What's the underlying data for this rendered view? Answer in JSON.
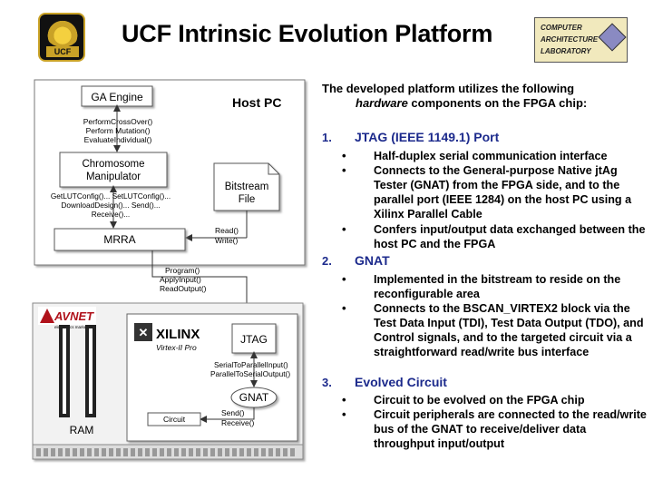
{
  "header": {
    "title": "UCF Intrinsic Evolution Platform",
    "logo_left_text": "UCF",
    "logo_right_lines": [
      "COMPUTER",
      "ARCHITECTURE",
      "LABORATORY"
    ]
  },
  "diagram": {
    "host_pc_label": "Host PC",
    "ga_engine": "GA Engine",
    "ga_calls": [
      "PerformCrossOver()",
      "Perform Mutation()",
      "EvaluateIndividual()"
    ],
    "chromosome_manipulator": [
      "Chromosome",
      "Manipulator"
    ],
    "bitstream_file": [
      "Bitstream",
      "File"
    ],
    "lut_calls": [
      "GetLUTConfig()... SetLUTConfig()...",
      "DownloadDesign()... Send()...",
      "Receive()..."
    ],
    "read_write": [
      "Read()",
      "Write()"
    ],
    "mrra": "MRRA",
    "program_calls": [
      "Program()",
      "ApplyInput()",
      "ReadOutput()"
    ],
    "avnet_logo": "AVNET",
    "avnet_sub": "electronics marketing",
    "xilinx_logo": "XILINX",
    "virtex": "Virtex-II Pro",
    "jtag": "JTAG",
    "serial_calls": [
      "SerialToParallelInput()",
      "ParallelToSerialOutput()"
    ],
    "gnat": "GNAT",
    "circuit": "Circuit",
    "send_receive": [
      "Send()",
      "Receive()"
    ],
    "ram": "RAM"
  },
  "content": {
    "intro_line1": "The developed platform utilizes the following",
    "intro_word_hardware": "hardware",
    "intro_line2_rest": " components on the FPGA chip:",
    "sections": [
      {
        "number": "1.",
        "heading": "JTAG  (IEEE 1149.1) Port",
        "bullets": [
          "Half-duplex serial communication interface",
          "Connects to the General-purpose Native jtAg Tester (GNAT) from the FPGA side, and to the parallel port (IEEE 1284) on the host PC using a Xilinx Parallel Cable",
          "Confers input/output data exchanged between the host PC and the FPGA"
        ]
      },
      {
        "number": "2.",
        "heading": "GNAT",
        "bullets": [
          "Implemented in the bitstream to reside on the reconfigurable area",
          "Connects to the BSCAN_VIRTEX2 block via the Test Data Input (TDI), Test Data Output (TDO), and Control signals, and to the targeted circuit via a straightforward read/write bus interface"
        ]
      },
      {
        "number": "3.",
        "heading": "Evolved Circuit",
        "bullets": [
          "Circuit to be evolved on the FPGA chip",
          "Circuit peripherals are connected to the read/write bus of the GNAT to receive/deliver data throughput input/output"
        ]
      }
    ]
  },
  "colors": {
    "heading_blue": "#1c2a8c",
    "box_border": "#555555",
    "avnet_red": "#b0121b"
  }
}
